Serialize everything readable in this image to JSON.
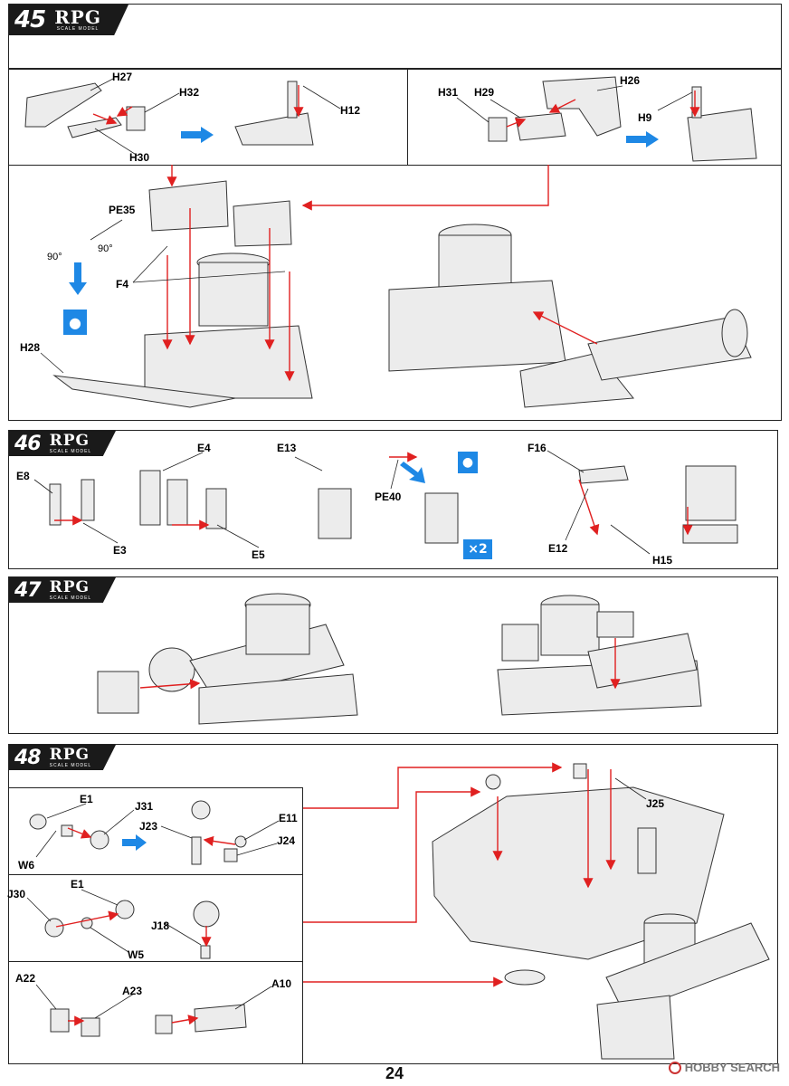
{
  "brand": {
    "name": "RPG",
    "sub": "SCALE MODEL"
  },
  "steps": [
    {
      "number": "45"
    },
    {
      "number": "46"
    },
    {
      "number": "47"
    },
    {
      "number": "48"
    }
  ],
  "step45": {
    "labels": [
      "H27",
      "H32",
      "H12",
      "H30",
      "H31",
      "H29",
      "H26",
      "H9",
      "PE35",
      "F4",
      "H28"
    ],
    "angle_left": "90°",
    "angle_right": "90°"
  },
  "step46": {
    "labels": [
      "E4",
      "E8",
      "E3",
      "E5",
      "E13",
      "PE40",
      "F16",
      "E12",
      "H15"
    ],
    "multiplier": "×2"
  },
  "step48": {
    "labels": [
      "E1",
      "J31",
      "W6",
      "J23",
      "E11",
      "J24",
      "E1b",
      "J30",
      "J18",
      "W5",
      "A22",
      "A23",
      "A10",
      "J25"
    ]
  },
  "footer": {
    "page_number": "24",
    "watermark": "HOBBY SEARCH"
  },
  "colors": {
    "arrow_red": "#e02020",
    "arrow_blue": "#1e88e5",
    "badge": "#1a1a1a"
  }
}
